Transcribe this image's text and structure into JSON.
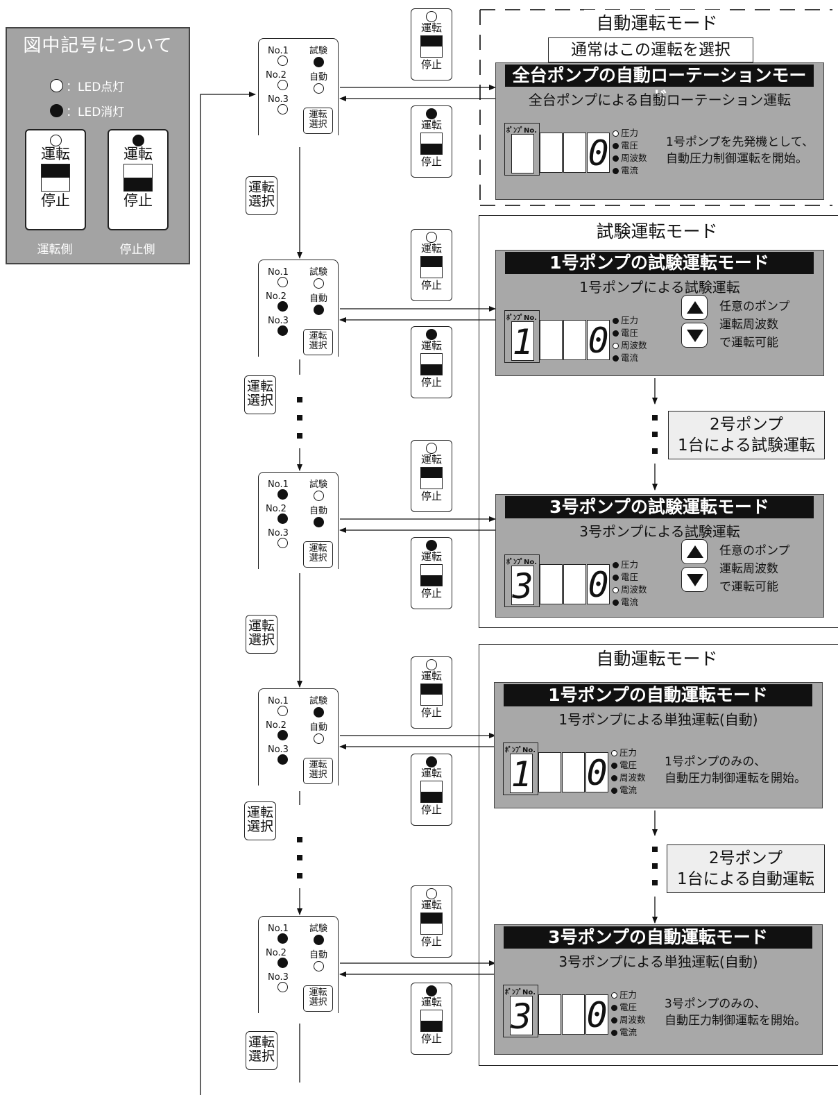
{
  "legend": {
    "title": "図中記号について",
    "led_on": "：LED点灯",
    "led_off": "：LED消灯",
    "run_side": "運転側",
    "stop_side": "停止側"
  },
  "switch": {
    "run": "運転",
    "stop": "停止"
  },
  "controller": {
    "no1": "No.1",
    "no2": "No.2",
    "no3": "No.3",
    "test": "試験",
    "auto": "自動",
    "sel_line1": "運転",
    "sel_line2": "選択"
  },
  "select_button": {
    "line1": "運転",
    "line2": "選択"
  },
  "frames": {
    "auto_rotation_title": "自動運転モード",
    "normal_note": "通常はこの運転を選択",
    "test_title": "試験運転モード",
    "auto_title": "自動運転モード"
  },
  "panel_common": {
    "pump_no": "ﾎﾟﾝﾌﾟNo.",
    "pressure": "圧力",
    "voltage": "電圧",
    "frequency": "周波数",
    "current": "電流"
  },
  "panels": [
    {
      "title": "全台ポンプの自動ローテーションモード",
      "subtitle": "全台ポンプによる自動ローテーション運転",
      "digit1": "",
      "digit4": "0",
      "desc": [
        "1号ポンプを先発機として、",
        "自動圧力制御運転を開始。"
      ]
    },
    {
      "title": "1号ポンプの試験運転モード",
      "subtitle": "1号ポンプによる試験運転",
      "digit1": "1",
      "digit4": "0",
      "desc": [
        "任意のポンプ",
        "運転周波数",
        "で運転可能"
      ]
    },
    {
      "title": "3号ポンプの試験運転モード",
      "subtitle": "3号ポンプによる試験運転",
      "digit1": "3",
      "digit4": "0",
      "desc": [
        "任意のポンプ",
        "運転周波数",
        "で運転可能"
      ]
    },
    {
      "title": "1号ポンプの自動運転モード",
      "subtitle": "1号ポンプによる単独運転(自動)",
      "digit1": "1",
      "digit4": "0",
      "desc": [
        "1号ポンプのみの、",
        "自動圧力制御運転を開始。"
      ]
    },
    {
      "title": "3号ポンプの自動運転モード",
      "subtitle": "3号ポンプによる単独運転(自動)",
      "digit1": "3",
      "digit4": "0",
      "desc": [
        "3号ポンプのみの、",
        "自動圧力制御運転を開始。"
      ]
    }
  ],
  "notes": {
    "test_mid": [
      "2号ポンプ",
      "1台による試験運転"
    ],
    "auto_mid": [
      "2号ポンプ",
      "1台による自動運転"
    ]
  }
}
